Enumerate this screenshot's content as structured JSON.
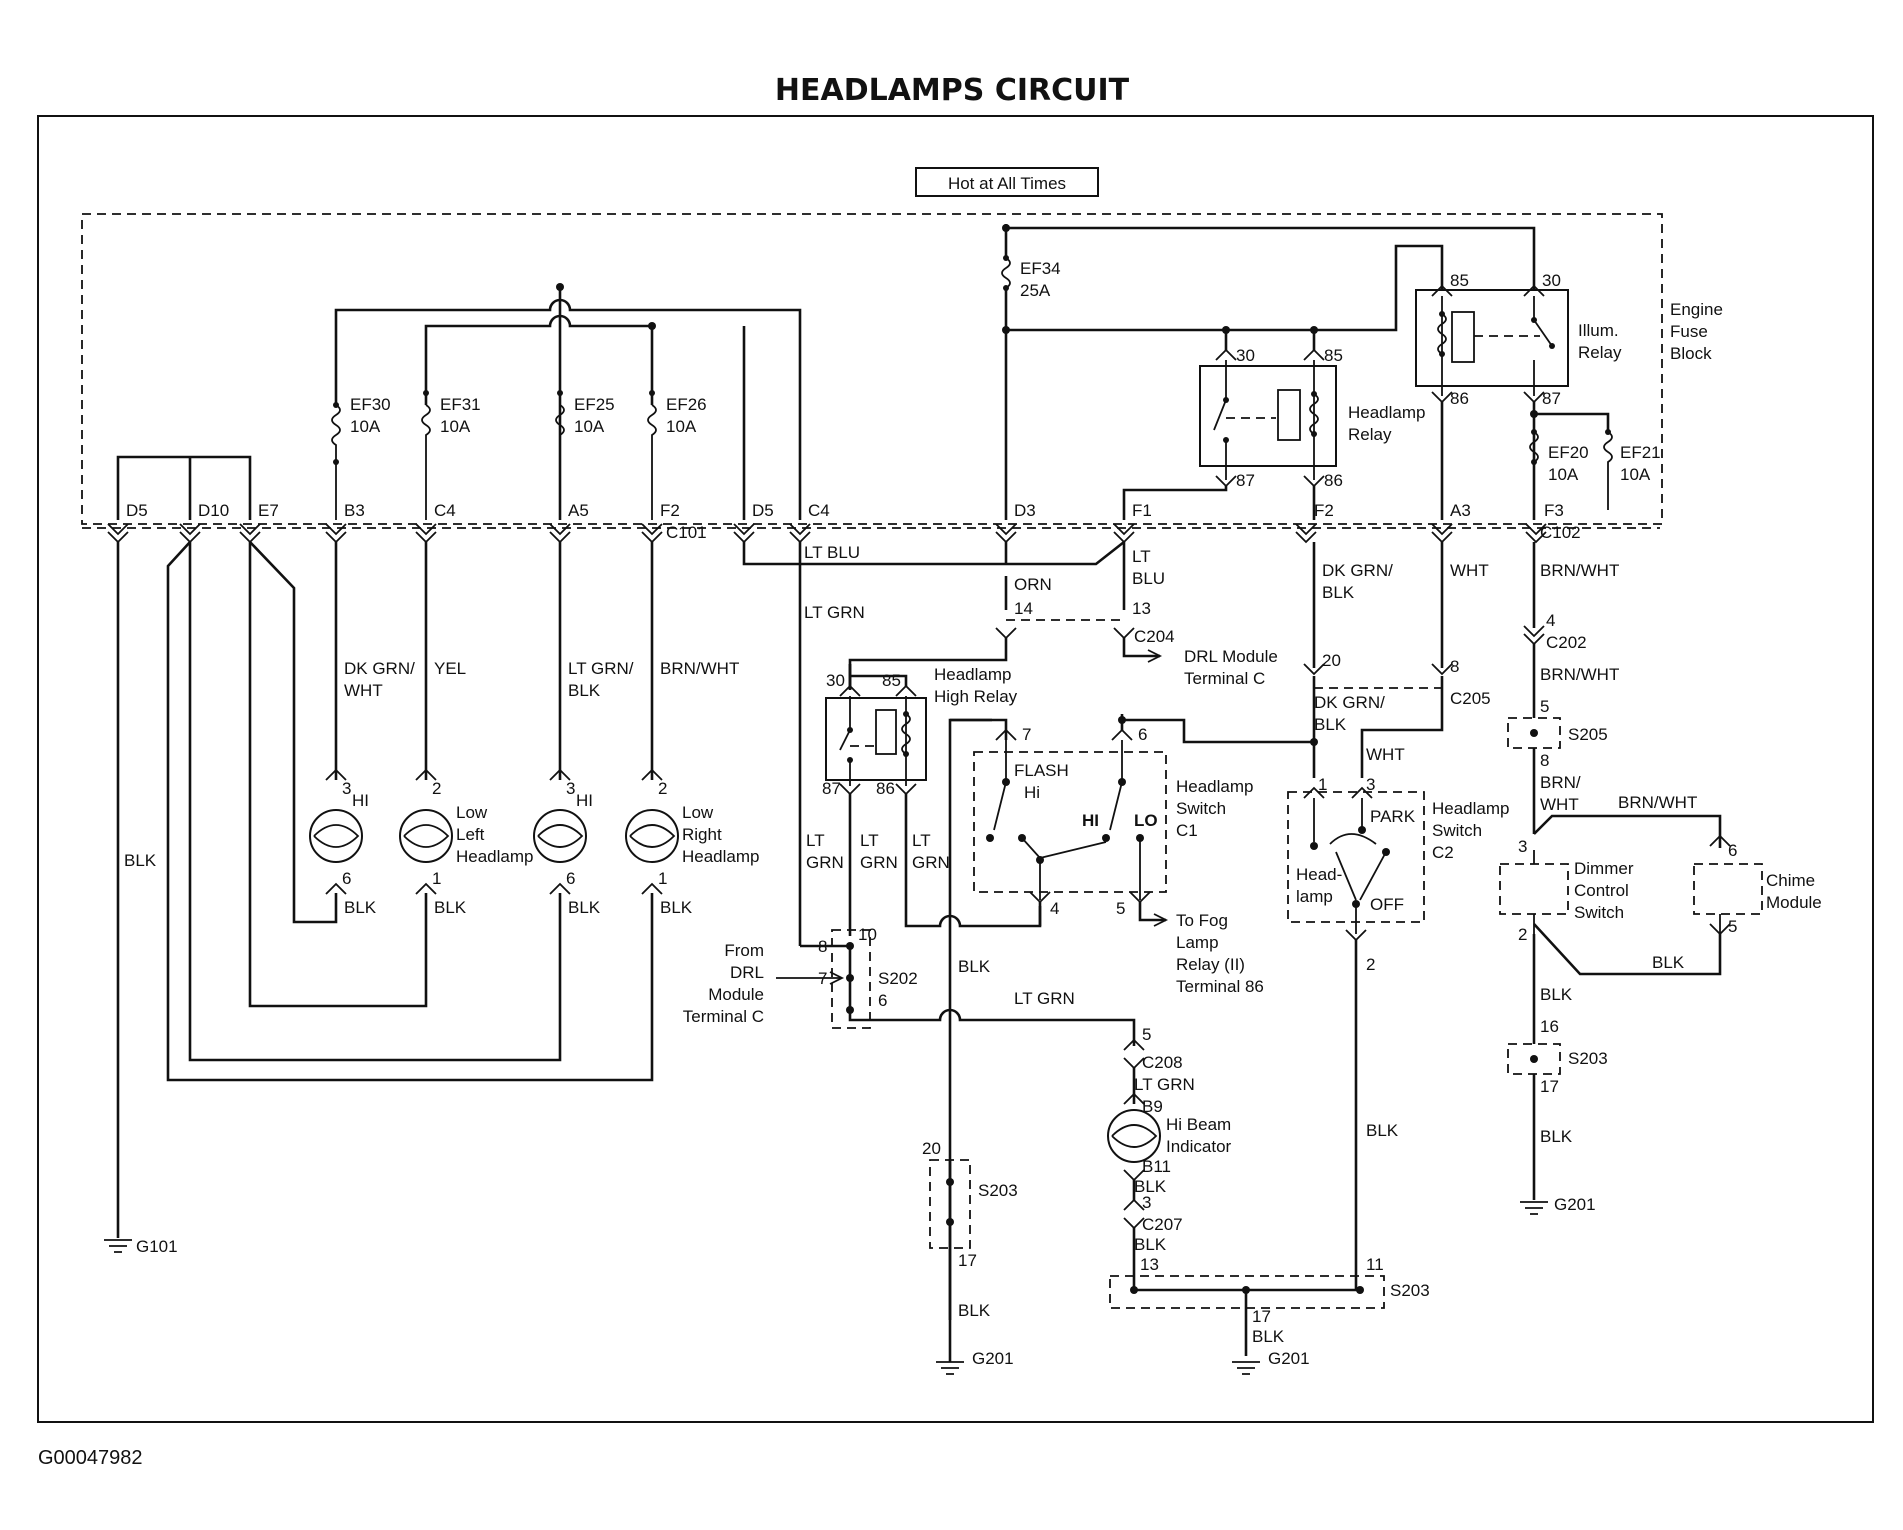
{
  "title": "HEADLAMPS CIRCUIT",
  "doc_id": "G00047982",
  "hot_label": "Hot at All Times",
  "fuse_block": [
    "Engine",
    "Fuse",
    "Block"
  ],
  "fuses": {
    "ef34": [
      "EF34",
      "25A"
    ],
    "ef30": [
      "EF30",
      "10A"
    ],
    "ef31": [
      "EF31",
      "10A"
    ],
    "ef25": [
      "EF25",
      "10A"
    ],
    "ef26": [
      "EF26",
      "10A"
    ],
    "ef20": [
      "EF20",
      "10A"
    ],
    "ef21": [
      "EF21",
      "10A"
    ]
  },
  "connector_labels": {
    "D5a": "D5",
    "D10": "D10",
    "E7": "E7",
    "B3": "B3",
    "C4a": "C4",
    "A5": "A5",
    "F2a": "F2",
    "D5b": "D5",
    "C4b": "C4",
    "D3": "D3",
    "F1": "F1",
    "F2b": "F2",
    "A3": "A3",
    "F3": "F3",
    "C101": "C101",
    "C102": "C102",
    "C204": "C204",
    "C202": "C202",
    "C205": "C205",
    "C208": "C208",
    "C207": "C207",
    "S205": "S205",
    "S202": "S202",
    "S203a": "S203",
    "S203b": "S203",
    "S203c": "S203",
    "G101": "G101",
    "G201a": "G201",
    "G201b": "G201",
    "G201c": "G201"
  },
  "relays": {
    "headlamp": {
      "name": [
        "Headlamp",
        "Relay"
      ],
      "pins": [
        "30",
        "85",
        "87",
        "86"
      ]
    },
    "illum": {
      "name": [
        "Illum.",
        "Relay"
      ],
      "pins": [
        "85",
        "30",
        "86",
        "87"
      ]
    },
    "high": {
      "name": [
        "Headlamp",
        "High Relay"
      ],
      "pins": [
        "30",
        "85",
        "87",
        "86"
      ]
    }
  },
  "wire_colors": {
    "dkgrn_wht": [
      "DK GRN/",
      "WHT"
    ],
    "yel": "YEL",
    "ltgrn_blk": [
      "LT GRN/",
      "BLK"
    ],
    "brn_wht_left": "BRN/WHT",
    "blk_g101": "BLK",
    "lt_blu": "LT BLU",
    "lt_grn_d5": "LT GRN",
    "orn": "ORN",
    "lt_blu_f1": [
      "LT",
      "BLU"
    ],
    "dkgrn_blk_f2": [
      "DK GRN/",
      "BLK"
    ],
    "wht_a3": "WHT",
    "brn_wht_f3": "BRN/WHT",
    "brn_wht_c202": "BRN/WHT",
    "brn_wht_s205": [
      "BRN/",
      "WHT"
    ],
    "brn_wht_chime": "BRN/WHT",
    "lt_grn_87": [
      "LT",
      "GRN"
    ],
    "lt_grn_86": [
      "LT",
      "GRN"
    ],
    "lt_grn_hi": [
      "LT",
      "GRN"
    ],
    "dkgrn_blk_c205": [
      "DK GRN/",
      "BLK"
    ],
    "wht_c205": "WHT",
    "blk_hi": "BLK",
    "blk_lo": "BLK",
    "blk_hi2": "BLK",
    "blk_lo2": "BLK",
    "blk_s203": "BLK",
    "blk_sw": "BLK",
    "lt_grn_bus": "LT GRN",
    "lt_grn_c208a": "LT GRN",
    "lt_grn_c208b": "LT GRN",
    "blk_b11": "BLK",
    "blk_c207": "BLK",
    "blk_g201": "BLK",
    "blk_dim": "BLK",
    "blk_s203r": "BLK",
    "blk_s203r2": "BLK",
    "blk_s203l": "BLK",
    "blk_bottom": "BLK"
  },
  "pins": {
    "hi_l_top": "3",
    "hi_l_bot": "6",
    "lo_l_top": "2",
    "lo_l_bot": "1",
    "hi_r_top": "3",
    "hi_r_bot": "6",
    "lo_r_top": "2",
    "lo_r_bot": "1",
    "c204_14": "14",
    "c204_13": "13",
    "c205_20": "20",
    "c205_8": "8",
    "c202_4": "4",
    "s205_5": "5",
    "s205_8": "8",
    "sw_7": "7",
    "sw_6": "6",
    "sw_4": "4",
    "sw_5": "5",
    "sw2_1": "1",
    "sw2_3": "3",
    "sw2_2": "2",
    "s202_10": "10",
    "s202_8": "8",
    "s202_7": "7",
    "s202_6": "6",
    "c208_5": "5",
    "b9": "B9",
    "b11": "B11",
    "c207_3": "3",
    "s203_20": "20",
    "s203_17": "17",
    "s203b_13": "13",
    "s203b_11": "11",
    "s203b_17": "17",
    "dim_3": "3",
    "dim_2": "2",
    "chime_6": "6",
    "chime_5": "5",
    "s203r_16": "16",
    "s203r_17": "17"
  },
  "lamps": {
    "hi_left": "HI",
    "lo_left": [
      "Low",
      "Left",
      "Headlamp"
    ],
    "hi_right": "HI",
    "lo_right": [
      "Low",
      "Right",
      "Headlamp"
    ],
    "hi_beam": [
      "Hi Beam",
      "Indicator"
    ]
  },
  "drl_out": [
    "DRL Module",
    "Terminal C"
  ],
  "drl_in": [
    "From",
    "DRL",
    "Module",
    "Terminal C"
  ],
  "fog_out": [
    "To Fog",
    "Lamp",
    "Relay (II)",
    "Terminal 86"
  ],
  "switch_c1": {
    "name": [
      "Headlamp",
      "Switch",
      "C1"
    ],
    "flash": "FLASH",
    "hi_small": "Hi",
    "hi": "HI",
    "lo": "LO"
  },
  "switch_c2": {
    "name": [
      "Headlamp",
      "Switch",
      "C2"
    ],
    "park": "PARK",
    "headlamp": [
      "Head-",
      "lamp"
    ],
    "off": "OFF"
  },
  "dimmer": [
    "Dimmer",
    "Control",
    "Switch"
  ],
  "chime": [
    "Chime",
    "Module"
  ]
}
